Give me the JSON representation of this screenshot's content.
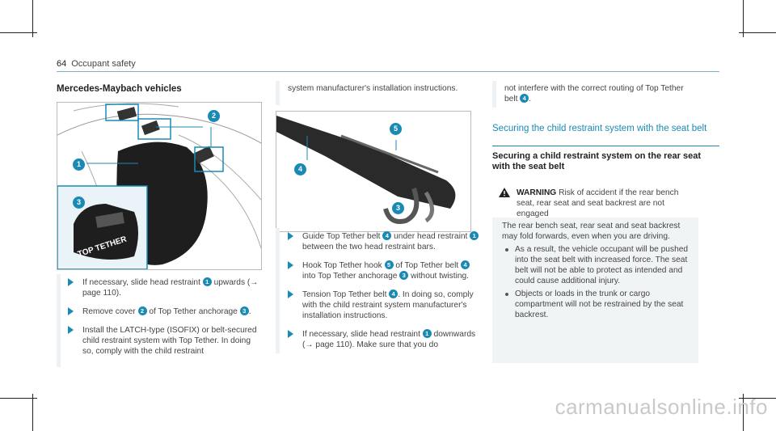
{
  "page": {
    "number": "64",
    "section": "Occupant safety"
  },
  "left": {
    "heading": "Mercedes-Maybach vehicles",
    "figure": {
      "label_top_tether": "TOP TETHER",
      "callouts": [
        "1",
        "2",
        "3"
      ]
    },
    "steps": [
      {
        "parts": [
          "If necessary, slide head restraint ",
          "1",
          " upwards (",
          "→",
          " page 110)."
        ]
      },
      {
        "parts": [
          "Remove cover ",
          "2",
          " of Top Tether anchorage ",
          "3",
          "."
        ]
      },
      {
        "parts": [
          "Install the LATCH-type (ISOFIX) or belt-secured child restraint system with Top Tether. In doing so, comply with the child restraint"
        ]
      }
    ]
  },
  "middle": {
    "continuation": "system manufacturer's installation instructions.",
    "figure": {
      "callouts": [
        "5",
        "4",
        "3"
      ]
    },
    "steps": [
      {
        "parts": [
          "Guide Top Tether belt ",
          "4",
          " under head restraint ",
          "1",
          " between the two head restraint bars."
        ]
      },
      {
        "parts": [
          "Hook Top Tether hook ",
          "5",
          " of Top Tether belt ",
          "4",
          " into Top Tether anchorage ",
          "3",
          " without twisting."
        ]
      },
      {
        "parts": [
          "Tension Top Tether belt ",
          "4",
          ". In doing so, comply with the child restraint system manufacturer's installation instructions."
        ]
      },
      {
        "parts": [
          "If necessary, slide head restraint ",
          "1",
          " downwards (",
          "→",
          " page 110). Make sure that you do"
        ]
      }
    ]
  },
  "right": {
    "continuation": {
      "parts": [
        "not interfere with the correct routing of Top Tether belt ",
        "4",
        "."
      ]
    },
    "section_heading": "Securing the child restraint system with the seat belt",
    "subheading": "Securing a child restraint system on the rear seat with the seat belt",
    "warning": {
      "title": "WARNING",
      "title_text": " Risk of accident if the rear bench seat, rear seat and seat backrest are not engaged",
      "body": "The rear bench seat, rear seat and seat backrest may fold forwards, even when you are driving.",
      "bullets": [
        "As a result, the vehicle occupant will be pushed into the seat belt with increased force. The seat belt will not be able to protect as intended and could cause additional injury.",
        "Objects or loads in the trunk or cargo compartment will not be restrained by the seat backrest."
      ]
    }
  },
  "watermark": "carmanualsonline.info",
  "colors": {
    "accent": "#1a8ab5",
    "text": "#444444",
    "box": "#f1f4f5"
  }
}
